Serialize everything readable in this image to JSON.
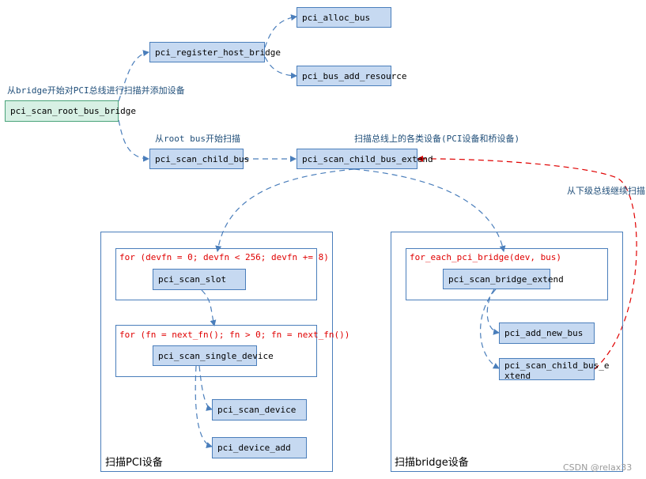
{
  "nodes": {
    "root": "pci_scan_root_bus_bridge",
    "register_host_bridge": "pci_register_host_bridge",
    "alloc_bus": "pci_alloc_bus",
    "bus_add_resource": "pci_bus_add_resource",
    "scan_child_bus": "pci_scan_child_bus",
    "scan_child_bus_extend": "pci_scan_child_bus_extend",
    "scan_slot": "pci_scan_slot",
    "scan_single_device": "pci_scan_single_device",
    "scan_device": "pci_scan_device",
    "device_add": "pci_device_add",
    "scan_bridge_extend": "pci_scan_bridge_extend",
    "add_new_bus": "pci_add_new_bus",
    "child_bus_extend_2": "pci_scan_child_bus_e xtend"
  },
  "loops": {
    "devfn": "for (devfn = 0; devfn < 256; devfn += 8)",
    "fn": "for (fn = next_fn(); fn > 0; fn = next_fn())",
    "each_bridge": "for_each_pci_bridge(dev, bus)"
  },
  "notes": {
    "root_note": "从bridge开始对PCI总线进行扫描并添加设备",
    "child_bus_note": "从root bus开始扫描",
    "extend_note": "扫描总线上的各类设备(PCI设备和桥设备)",
    "recursive_note": "从下级总线继续扫描"
  },
  "frames": {
    "pci_frame": "扫描PCI设备",
    "bridge_frame": "扫描bridge设备"
  },
  "watermark": "CSDN @relax33",
  "colors": {
    "box_fill": "#c6d9f1",
    "box_border": "#4a7ebb",
    "root_fill": "#d7f0e4",
    "arrow_blue": "#4a7ebb",
    "arrow_red": "#e00000",
    "loop_text": "#e00000",
    "note_text": "#1f4e79"
  }
}
